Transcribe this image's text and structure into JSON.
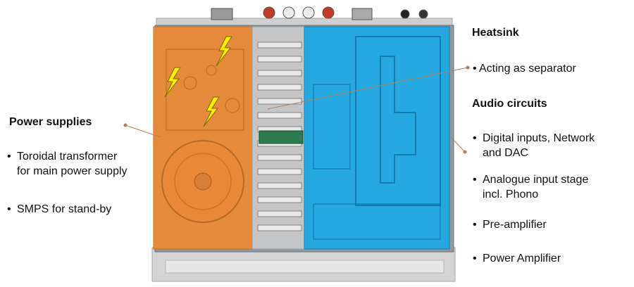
{
  "colors": {
    "power_zone": "#f08a2c",
    "heatsink_zone": "#c9c9c9",
    "audio_zone": "#1aa8e6",
    "chassis": "#d9d9d9",
    "bolt": "#ffee00",
    "leader_line": "#b08060"
  },
  "power": {
    "heading": "Power supplies",
    "items": [
      "Toroidal transformer",
      "for main power supply",
      "SMPS for stand-by"
    ]
  },
  "heatsink": {
    "heading": "Heatsink",
    "items": [
      "Acting as separator"
    ]
  },
  "audio": {
    "heading": "Audio circuits",
    "items": [
      [
        "Digital inputs, Network",
        "and DAC"
      ],
      [
        "Analogue input stage",
        "incl. Phono"
      ],
      [
        "Pre-amplifier"
      ],
      [
        "Power Amplifier"
      ]
    ]
  },
  "icons": [
    "lightning-bolt-icon"
  ]
}
